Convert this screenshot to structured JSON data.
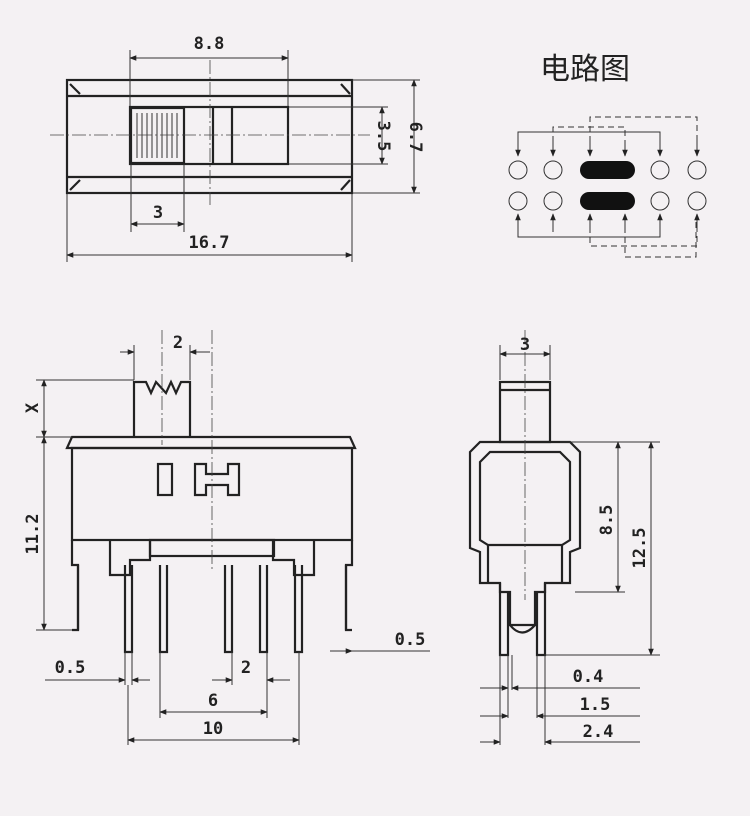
{
  "circuit_title": "电路图",
  "top_view": {
    "dim_width_top": "8.8",
    "dim_height_inner": "3.5",
    "dim_height_outer": "6.7",
    "dim_knob_width": "3",
    "dim_total_length": "16.7"
  },
  "front_view": {
    "dim_knob_width": "2",
    "dim_knob_height": "X",
    "dim_body_height": "11.2",
    "dim_pin_width_left": "0.5",
    "dim_pin_width_right": "0.5",
    "dim_pin_pitch": "2",
    "dim_pin_span_inner": "6",
    "dim_pin_span_outer": "10"
  },
  "side_view": {
    "dim_knob_width": "3",
    "dim_body_height": "8.5",
    "dim_total_height": "12.5",
    "dim_pin_thickness": "0.4",
    "dim_pin_offset": "1.5",
    "dim_pin_span": "2.4"
  }
}
